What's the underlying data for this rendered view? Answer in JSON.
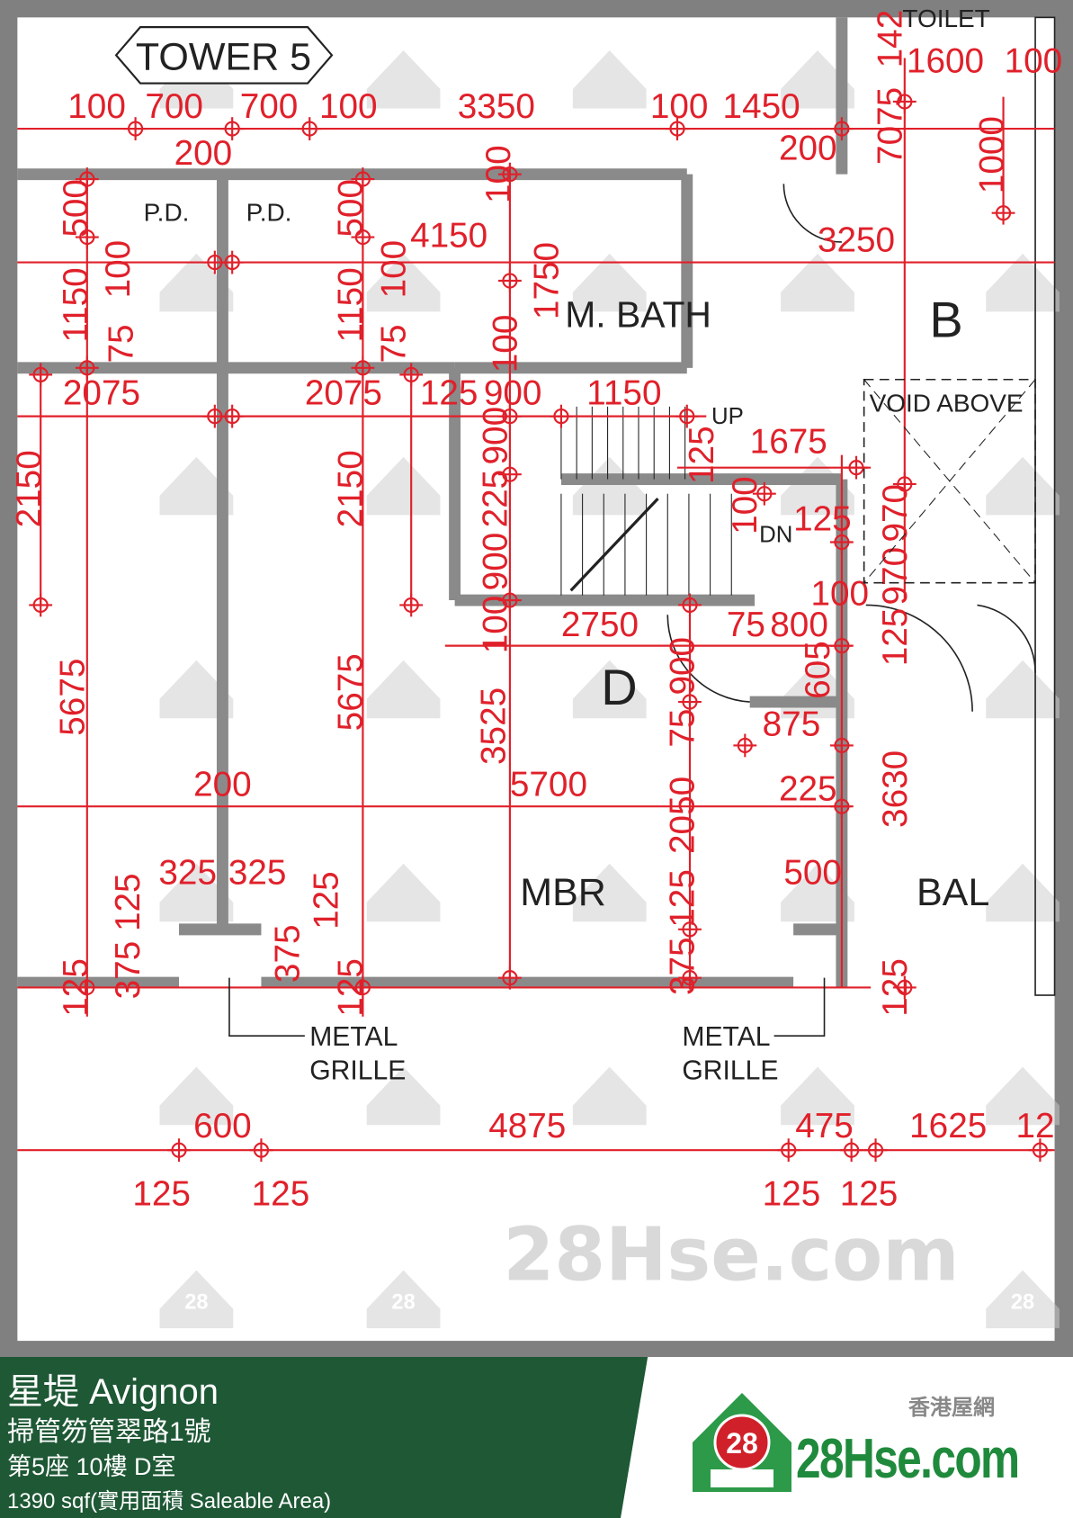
{
  "plan": {
    "colors": {
      "dimension": "#e0202a",
      "wall": "#8a8a8a",
      "frame": "#808080",
      "footer_green": "#1e5835",
      "logo_green": "#1f8a3c",
      "logo_red": "#d0202a"
    },
    "rooms": {
      "tower": "TOWER 5",
      "pd1": "P.D.",
      "pd2": "P.D.",
      "mbath": "M. BATH",
      "unit_b": "B",
      "void": "VOID ABOVE",
      "up": "UP",
      "dn": "DN",
      "unit_d": "D",
      "mbr": "MBR",
      "bal": "BAL",
      "toilet": "TOILET",
      "grille1_a": "METAL",
      "grille1_b": "GRILLE",
      "grille2_a": "METAL",
      "grille2_b": "GRILLE"
    },
    "dimensions": [
      "100",
      "700",
      "700",
      "100",
      "200",
      "3350",
      "100",
      "1450",
      "200",
      "1600",
      "100",
      "7075",
      "142",
      "1000",
      "3250",
      "500",
      "100",
      "1150",
      "75",
      "2075",
      "500",
      "100",
      "1150",
      "75",
      "2075",
      "4150",
      "100",
      "1750",
      "100",
      "125",
      "900",
      "1150",
      "900",
      "225",
      "900",
      "100",
      "1675",
      "125",
      "100",
      "125",
      "970",
      "970",
      "125",
      "100",
      "2750",
      "75",
      "800",
      "605",
      "900",
      "75",
      "875",
      "5675",
      "5675",
      "3525",
      "2150",
      "2150",
      "200",
      "5700",
      "2050",
      "225",
      "3630",
      "325",
      "325",
      "125",
      "375",
      "125",
      "125",
      "375",
      "125",
      "125",
      "375",
      "500",
      "125",
      "600",
      "4875",
      "475",
      "1625",
      "12",
      "125",
      "125",
      "125",
      "125"
    ],
    "watermark": "28Hse.com",
    "watermark_badge": "28"
  },
  "footer": {
    "title": "星堤 Avignon",
    "address": "掃管笏管翠路1號",
    "unit": "第5座 10樓 D室",
    "area": "1390 sqf(實用面積 Saleable Area)",
    "logo_cn": "香港屋網",
    "logo_badge": "28",
    "logo_text": "28Hse.com"
  }
}
